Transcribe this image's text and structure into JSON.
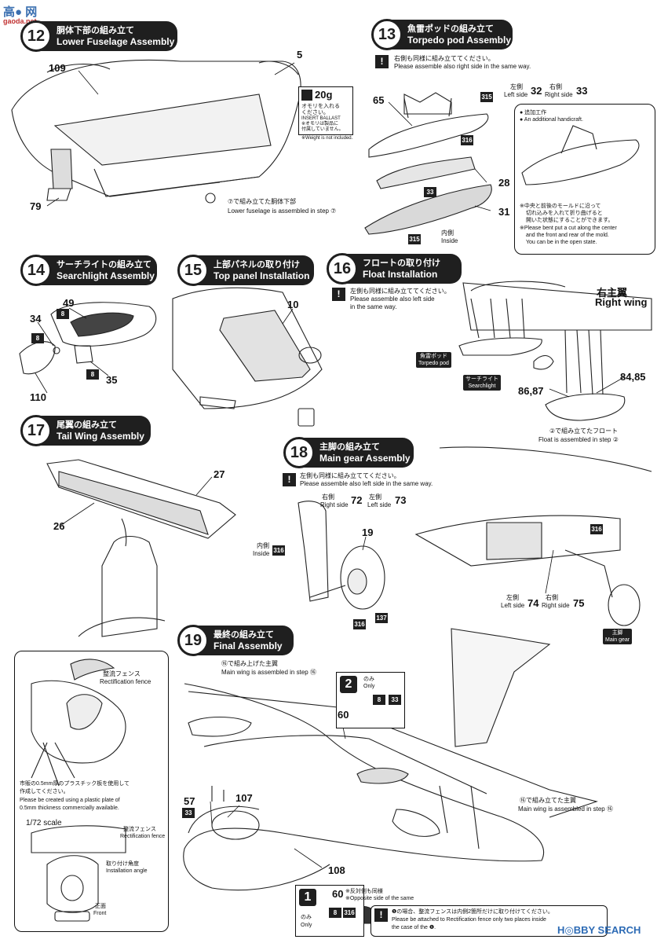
{
  "watermark_top": {
    "line1": "高● 网",
    "line2": "gaoda.net"
  },
  "watermark_bottom": "H◎BBY SEARCH",
  "steps": {
    "s12": {
      "num": "12",
      "jp": "胴体下部の組み立て",
      "en": "Lower Fuselage Assembly"
    },
    "s13": {
      "num": "13",
      "jp": "魚雷ポッドの組み立て",
      "en": "Torpedo pod Assembly"
    },
    "s14": {
      "num": "14",
      "jp": "サーチライトの組み立て",
      "en": "Searchlight Assembly"
    },
    "s15": {
      "num": "15",
      "jp": "上部パネルの取り付け",
      "en": "Top panel Installation"
    },
    "s16": {
      "num": "16",
      "jp": "フロートの取り付け",
      "en": "Float Installation"
    },
    "s17": {
      "num": "17",
      "jp": "尾翼の組み立て",
      "en": "Tail Wing Assembly"
    },
    "s18": {
      "num": "18",
      "jp": "主脚の組み立て",
      "en": "Main gear Assembly"
    },
    "s19": {
      "num": "19",
      "jp": "最終の組み立て",
      "en": "Final Assembly"
    }
  },
  "step12": {
    "parts": [
      "109",
      "5",
      "79"
    ],
    "ballast": {
      "weight": "20g",
      "jp1": "オモリを入れる",
      "jp2": "ください。",
      "en": "INSERT BALLAST",
      "jp3": "※オモリは製品に",
      "jp4": "付属していません。",
      "en2": "※Weight is not included."
    },
    "note_jp": "⑦で組み立てた胴体下部",
    "note_en": "Lower fuselage is assembled in step ⑦"
  },
  "step13": {
    "note_jp": "右側も同様に組み立ててください。",
    "note_en": "Please assemble also right side in the same way.",
    "parts": [
      "65",
      "28",
      "31"
    ],
    "tags": [
      "315",
      "316",
      "33",
      "315"
    ],
    "left": {
      "jp": "左側",
      "en": "Left side",
      "num": "32"
    },
    "right": {
      "jp": "右側",
      "en": "Right side",
      "num": "33"
    },
    "inside": {
      "jp": "内側",
      "en": "Inside"
    },
    "handicraft_jp": "● 追加工作",
    "handicraft_en": "● An additional handicraft.",
    "mold_jp1": "※中央と前後のモールドに沿って",
    "mold_jp2": "切れ込みを入れて折り曲げると",
    "mold_jp3": "開いた状態にすることができます。",
    "mold_en1": "※Please bent put a cut along the center",
    "mold_en2": "and the front and rear of the mold.",
    "mold_en3": "You can be in the open state."
  },
  "step14": {
    "parts": [
      "49",
      "34",
      "110",
      "35"
    ],
    "tags": [
      "8",
      "8",
      "8"
    ]
  },
  "step15": {
    "parts": [
      "10"
    ]
  },
  "step16": {
    "note_jp": "左側も同様に組み立ててください。",
    "note_en1": "Please assemble also left side",
    "note_en2": "in the same way.",
    "right_wing_jp": "右主翼",
    "right_wing_en": "Right wing",
    "torpedo_jp": "魚雷ポッド",
    "torpedo_en": "Torpedo pod",
    "search_jp": "サーチライト",
    "search_en": "Searchlight",
    "parts": [
      "84,85",
      "86,87"
    ],
    "float_jp": "②で組み立てたフロート",
    "float_en": "Float is assembled in step ②"
  },
  "step17": {
    "parts": [
      "27",
      "26"
    ]
  },
  "step18": {
    "note_jp": "左側も同様に組み立ててください。",
    "note_en": "Please assemble also left side in the same way.",
    "right": {
      "jp": "右側",
      "en": "Right side",
      "num": "72"
    },
    "left": {
      "jp": "左側",
      "en": "Left side",
      "num": "73"
    },
    "inside": {
      "jp": "内側",
      "en": "Inside"
    },
    "wheel": "19",
    "tags": [
      "316",
      "316",
      "137",
      "316"
    ],
    "left2": {
      "jp": "左側",
      "en": "Left side",
      "num": "74"
    },
    "right2": {
      "jp": "右側",
      "en": "Right side",
      "num": "75"
    },
    "main_gear": {
      "jp": "主脚",
      "en": "Main gear"
    }
  },
  "step19": {
    "fence_jp": "整流フェンス",
    "fence_en": "Rectification fence",
    "plastic_jp1": "市販の0.5mm厚のプラスチック板を使用して",
    "plastic_jp2": "作成してください。",
    "plastic_en1": "Please be created using a plastic plate of",
    "plastic_en2": "0.5mm thickness commercially available.",
    "scale": "1/72 scale",
    "fence2_jp": "整流フェンス",
    "fence2_en": "Rectification fence",
    "angle_jp": "取り付け角度",
    "angle_en": "Installation angle",
    "front_jp": "正面",
    "front_en": "Front",
    "wing16_jp": "⑯で組み上げた主翼",
    "wing16_en": "Main wing is assembled in step ⑯",
    "wing16b_jp": "⑯で組み立てた主翼",
    "wing16b_en": "Main wing is assembled in step ⑯",
    "only2": {
      "num": "2",
      "jp": "のみ",
      "en": "Only",
      "tags": [
        "8",
        "33"
      ]
    },
    "only1": {
      "num": "1",
      "jp": "のみ",
      "en": "Only",
      "tags": [
        "8",
        "316"
      ]
    },
    "parts": [
      "60",
      "57",
      "107",
      "108",
      "60"
    ],
    "tag33": "33",
    "opposite_jp": "※反対側も同様",
    "opposite_en": "※Opposite side of the same",
    "fence_note_jp": "❶の場合、整流フェンスは内側2箇所だけに取り付けてください。",
    "fence_note_en1": "Please be attached to Rectification fence only two places inside",
    "fence_note_en2": "the case of the ❶."
  }
}
